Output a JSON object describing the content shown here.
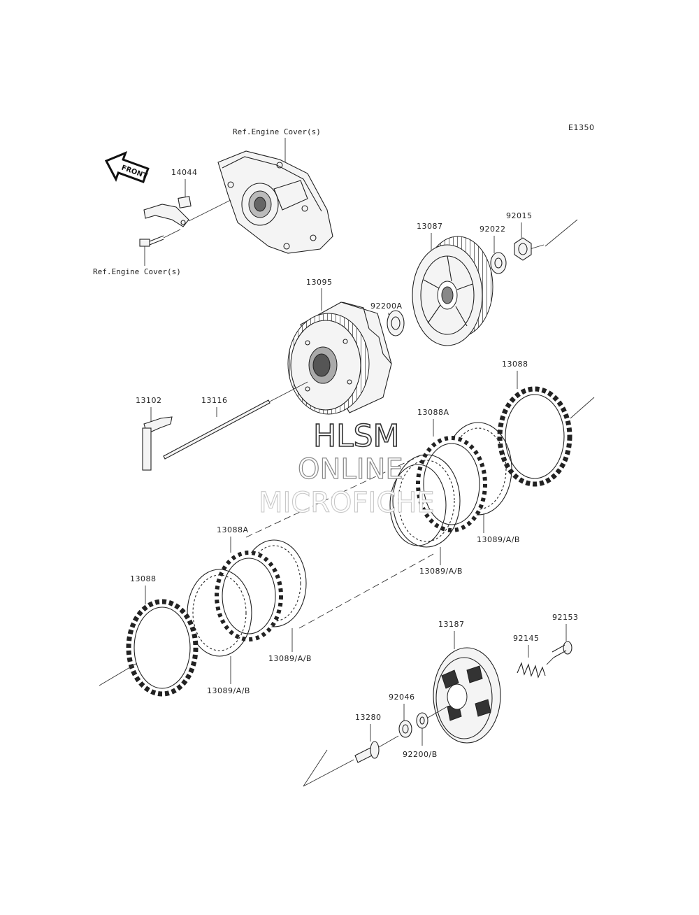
{
  "diagram": {
    "code": "E1350",
    "front_label": "FRONT",
    "ref_top": "Ref.Engine Cover(s)",
    "ref_bottom": "Ref.Engine Cover(s)",
    "watermark": [
      "HLSM",
      "ONLINE",
      "MICROFICHE"
    ],
    "parts": {
      "p14044": "14044",
      "p13087": "13087",
      "p92022": "92022",
      "p92015": "92015",
      "p13095": "13095",
      "p92200A": "92200A",
      "p13088_right": "13088",
      "p13102": "13102",
      "p13116": "13116",
      "p13088A_right": "13088A",
      "p13089_r1": "13089/A/B",
      "p13089_r2": "13089/A/B",
      "p13088A_left": "13088A",
      "p13088_left": "13088",
      "p13089_l1": "13089/A/B",
      "p13089_l2": "13089/A/B",
      "p13187": "13187",
      "p92153": "92153",
      "p92145": "92145",
      "p92046": "92046",
      "p13280": "13280",
      "p92200B": "92200/B"
    }
  }
}
